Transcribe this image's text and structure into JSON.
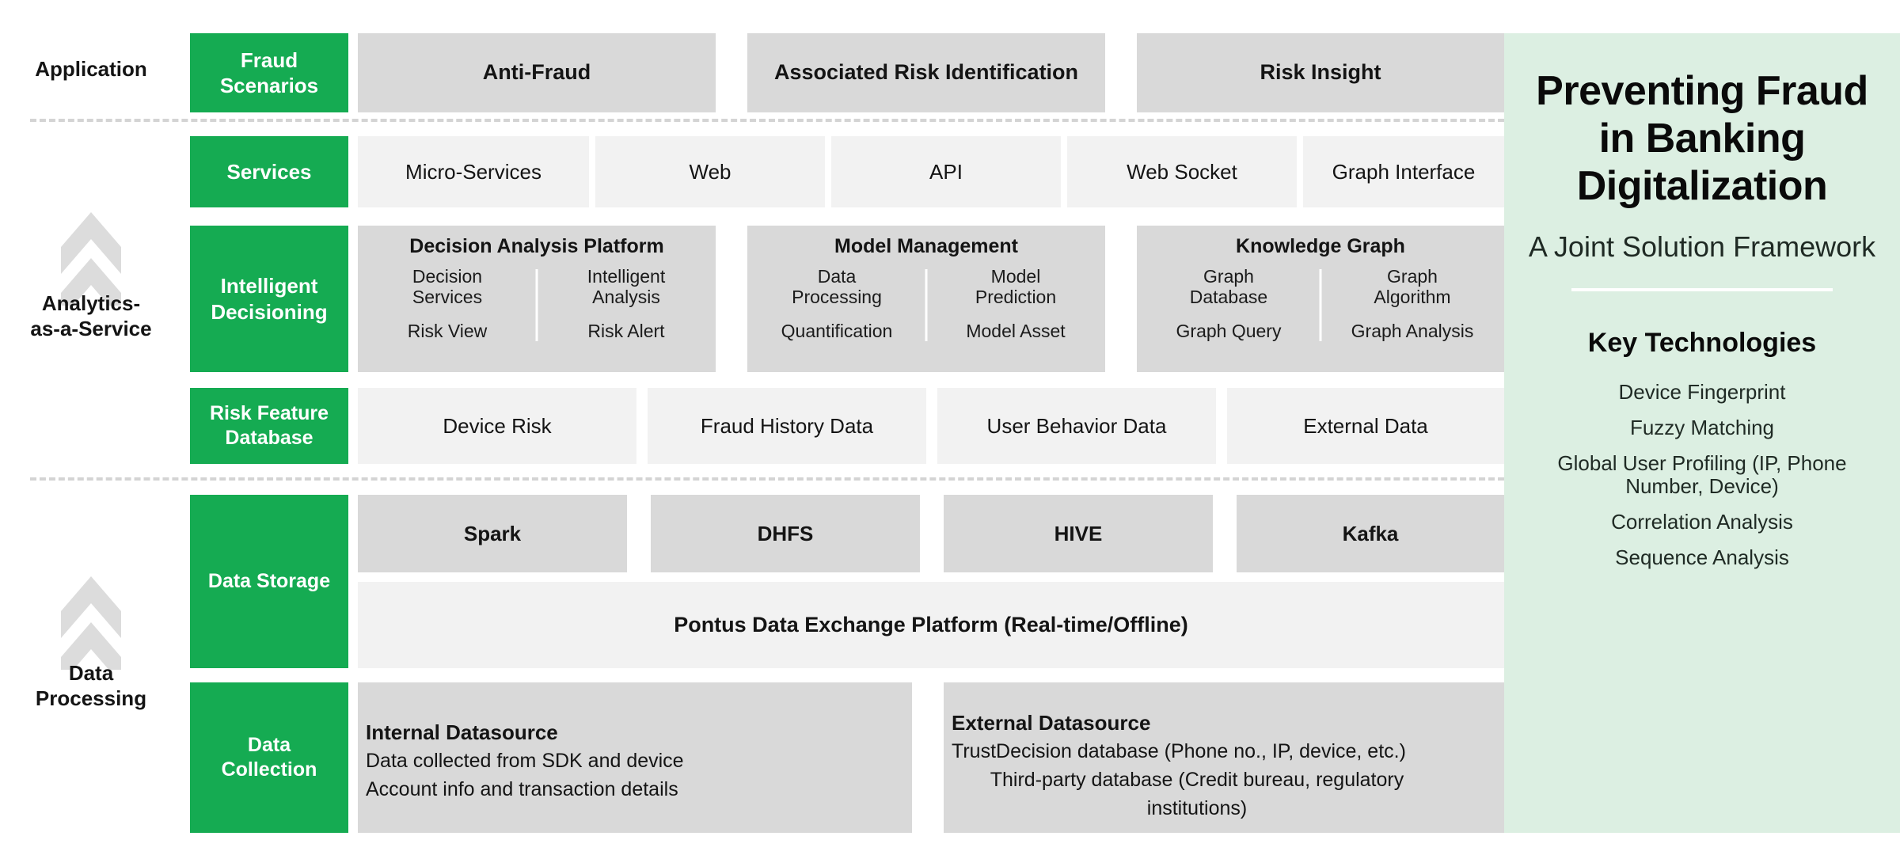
{
  "axis": {
    "labels": [
      {
        "text": "Application"
      },
      {
        "text": "Analytics-\nas-a-Service"
      },
      {
        "text": "Data\nProcessing"
      }
    ],
    "chevron_icon": "double-chevron-up-icon"
  },
  "stages": {
    "application": "Fraud\nScenarios",
    "services": "Services",
    "intelligent_decisioning": "Intelligent\nDecisioning",
    "risk_feature_database": "Risk Feature\nDatabase",
    "data_storage": "Data Storage",
    "data_collection": "Data\nCollection"
  },
  "rows": {
    "application": [
      "Anti-Fraud",
      "Associated Risk Identification",
      "Risk Insight"
    ],
    "services": [
      "Micro-Services",
      "Web",
      "API",
      "Web Socket",
      "Graph Interface"
    ],
    "risk_features": [
      "Device Risk",
      "Fraud History Data",
      "User Behavior Data",
      "External Data"
    ],
    "data_storage": [
      "Spark",
      "DHFS",
      "HIVE",
      "Kafka"
    ],
    "exchange_platform": "Pontus Data Exchange Platform (Real-time/Offline)"
  },
  "panels": [
    {
      "title": "Decision Analysis Platform",
      "left": [
        "Decision\nServices",
        "Risk View"
      ],
      "right": [
        "Intelligent\nAnalysis",
        "Risk Alert"
      ]
    },
    {
      "title": "Model Management",
      "left": [
        "Data\nProcessing",
        "Quantification"
      ],
      "right": [
        "Model\nPrediction",
        "Model Asset"
      ]
    },
    {
      "title": "Knowledge Graph",
      "left": [
        "Graph\nDatabase",
        "Graph Query"
      ],
      "right": [
        "Graph\nAlgorithm",
        "Graph Analysis"
      ]
    }
  ],
  "datasources": {
    "internal": {
      "title": "Internal Datasource",
      "lines": [
        "Data collected from SDK and device",
        "Account info and transaction details"
      ]
    },
    "external": {
      "title": "External Datasource",
      "lines": [
        "TrustDecision database (Phone no., IP, device, etc.)",
        "Third-party database (Credit bureau, regulatory institutions)"
      ]
    }
  },
  "right_panel": {
    "title": "Preventing Fraud in Banking Digitalization",
    "subtitle": "A Joint Solution Framework",
    "key_technologies_heading": "Key Technologies",
    "key_technologies": [
      "Device Fingerprint",
      "Fuzzy Matching",
      "Global User Profiling (IP, Phone Number, Device)",
      "Correlation Analysis",
      "Sequence Analysis"
    ]
  },
  "colors": {
    "green": "#15ab52",
    "mint": "#dcefe2",
    "box_dark": "#d9d9d9",
    "box_light": "#f2f2f2",
    "dash": "#d4d4d4"
  }
}
